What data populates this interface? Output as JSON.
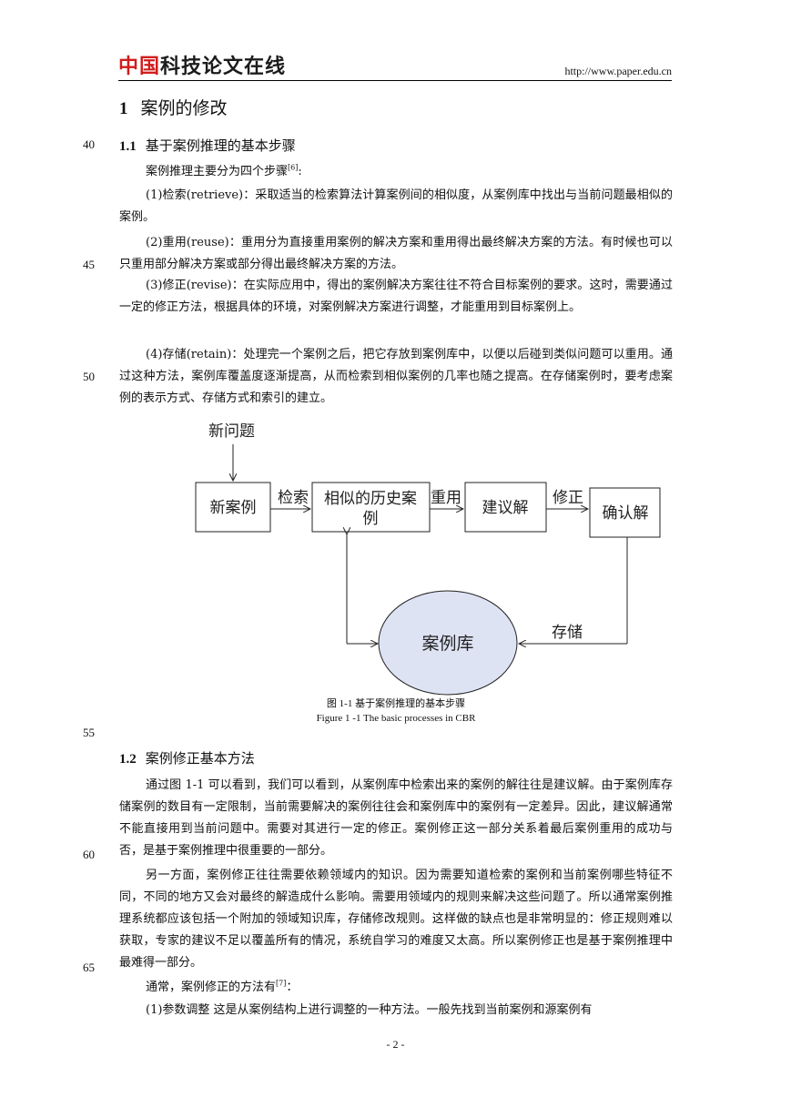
{
  "header": {
    "logo_red": "中国",
    "logo_dark": "科技论文在线",
    "url": "http://www.paper.edu.cn"
  },
  "section": {
    "number": "1",
    "title": "案例的修改"
  },
  "line_numbers": [
    "40",
    "45",
    "50",
    "55",
    "60",
    "65"
  ],
  "sub1": {
    "number": "1.1",
    "title": "基于案例推理的基本步骤",
    "intro": "案例推理主要分为四个步骤",
    "intro_ref": "[6]",
    "intro_end": ":",
    "p1": "(1)检索(retrieve)：采取适当的检索算法计算案例间的相似度，从案例库中找出与当前问题最相似的案例。",
    "p2": "(2)重用(reuse)：重用分为直接重用案例的解决方案和重用得出最终解决方案的方法。有时候也可以只重用部分解决方案或部分得出最终解决方案的方法。",
    "p3": "(3)修正(revise)：在实际应用中，得出的案例解决方案往往不符合目标案例的要求。这时，需要通过一定的修正方法，根据具体的环境，对案例解决方案进行调整，才能重用到目标案例上。",
    "p4": "(4)存储(retain)：处理完一个案例之后，把它存放到案例库中，以便以后碰到类似问题可以重用。通过这种方法，案例库覆盖度逐渐提高，从而检索到相似案例的几率也随之提高。在存储案例时，要考虑案例的表示方式、存储方式和索引的建立。"
  },
  "diagram": {
    "new_problem": "新问题",
    "new_case": "新案例",
    "retrieve": "检索",
    "similar_line1": "相似的历史案",
    "similar_line2": "例",
    "reuse": "重用",
    "suggested": "建议解",
    "revise": "修正",
    "confirmed": "确认解",
    "store": "存储",
    "case_base": "案例库"
  },
  "figure": {
    "caption_cn": "图 1-1  基于案例推理的基本步骤",
    "caption_en": "Figure 1 -1 The basic processes in CBR"
  },
  "sub2": {
    "number": "1.2",
    "title": "案例修正基本方法",
    "p1": "通过图 1-1 可以看到，我们可以看到，从案例库中检索出来的案例的解往往是建议解。由于案例库存储案例的数目有一定限制，当前需要解决的案例往往会和案例库中的案例有一定差异。因此，建议解通常不能直接用到当前问题中。需要对其进行一定的修正。案例修正这一部分关系着最后案例重用的成功与否，是基于案例推理中很重要的一部分。",
    "p2": "另一方面，案例修正往往需要依赖领域内的知识。因为需要知道检索的案例和当前案例哪些特征不同，不同的地方又会对最终的解造成什么影响。需要用领域内的规则来解决这些问题了。所以通常案例推理系统都应该包括一个附加的领域知识库，存储修改规则。这样做的缺点也是非常明显的：修正规则难以获取，专家的建议不足以覆盖所有的情况，系统自学习的难度又太高。所以案例修正也是基于案例推理中最难得一部分。",
    "p3": "通常，案例修正的方法有",
    "p3_ref": "[7]",
    "p3_end": "：",
    "p4": "(1)参数调整 这是从案例结构上进行调整的一种方法。一般先找到当前案例和源案例有"
  },
  "page_number": "- 2 -"
}
